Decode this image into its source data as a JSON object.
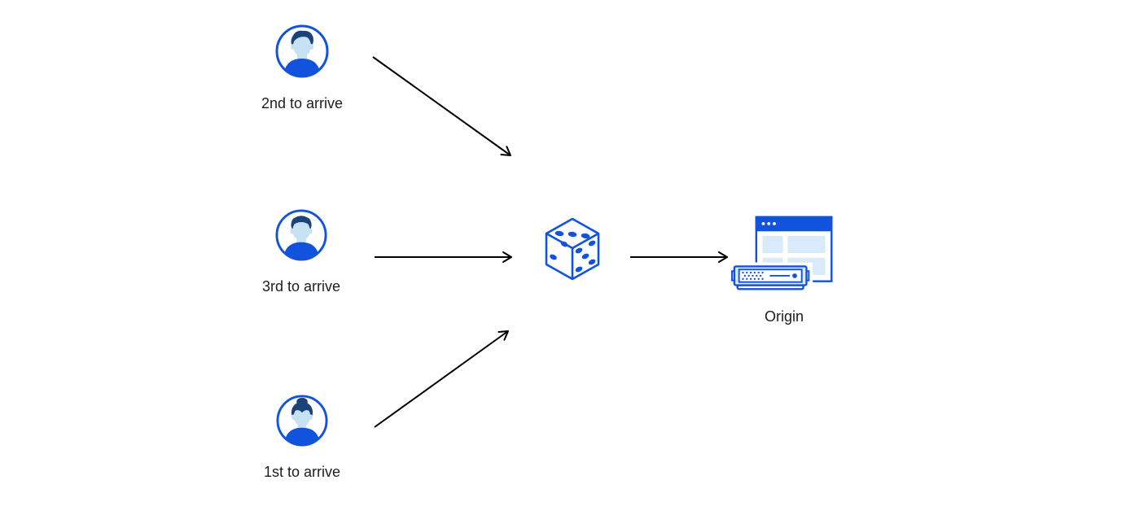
{
  "colors": {
    "primary_blue": "#1253dd",
    "dark_navy": "#1c4379",
    "face_blue": "#c6e1f2",
    "panel_light_blue": "#d9eafb",
    "arrow_black": "#000000",
    "label_text": "#1d1d1f",
    "white": "#ffffff"
  },
  "nodes": {
    "user_top": {
      "label": "2nd to arrive",
      "icon": "male-avatar-swept-hair-icon"
    },
    "user_middle": {
      "label": "3rd to arrive",
      "icon": "male-avatar-flat-top-icon"
    },
    "user_bottom": {
      "label": "1st to arrive",
      "icon": "female-avatar-bun-icon"
    },
    "randomizer": {
      "icon": "dice-icon",
      "die_pips": {
        "top_face": 3,
        "left_face": 2,
        "right_face": 5
      }
    },
    "origin": {
      "label": "Origin",
      "icon": "origin-server-browser-icon"
    }
  },
  "arrows": [
    {
      "from": "user_top",
      "to": "randomizer"
    },
    {
      "from": "user_middle",
      "to": "randomizer"
    },
    {
      "from": "user_bottom",
      "to": "randomizer"
    },
    {
      "from": "randomizer",
      "to": "origin"
    }
  ]
}
